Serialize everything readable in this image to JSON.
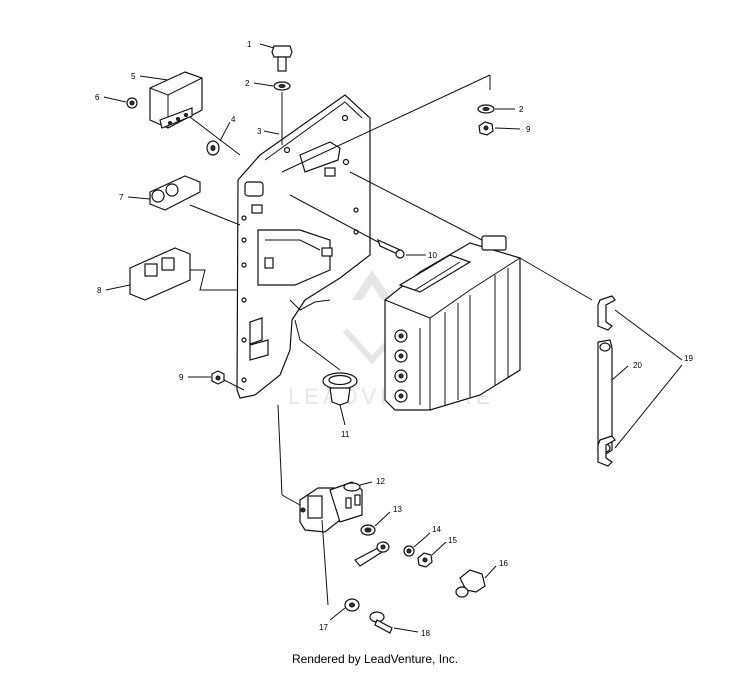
{
  "callouts": [
    {
      "id": "callout-1",
      "text": "1"
    },
    {
      "id": "callout-2a",
      "text": "2"
    },
    {
      "id": "callout-2b",
      "text": "2"
    },
    {
      "id": "callout-3",
      "text": "3"
    },
    {
      "id": "callout-4",
      "text": "4"
    },
    {
      "id": "callout-5",
      "text": "5"
    },
    {
      "id": "callout-6",
      "text": "6"
    },
    {
      "id": "callout-7",
      "text": "7"
    },
    {
      "id": "callout-8",
      "text": "8"
    },
    {
      "id": "callout-9a",
      "text": "9"
    },
    {
      "id": "callout-9b",
      "text": "9"
    },
    {
      "id": "callout-10",
      "text": "10"
    },
    {
      "id": "callout-11",
      "text": "11"
    },
    {
      "id": "callout-12",
      "text": "12"
    },
    {
      "id": "callout-13",
      "text": "13"
    },
    {
      "id": "callout-14",
      "text": "14"
    },
    {
      "id": "callout-15",
      "text": "15"
    },
    {
      "id": "callout-16",
      "text": "16"
    },
    {
      "id": "callout-17",
      "text": "17"
    },
    {
      "id": "callout-18",
      "text": "18"
    },
    {
      "id": "callout-19",
      "text": "19"
    },
    {
      "id": "callout-20",
      "text": "20"
    }
  ],
  "watermark": "LEADVENTURE",
  "footer": "Rendered by LeadVenture, Inc."
}
